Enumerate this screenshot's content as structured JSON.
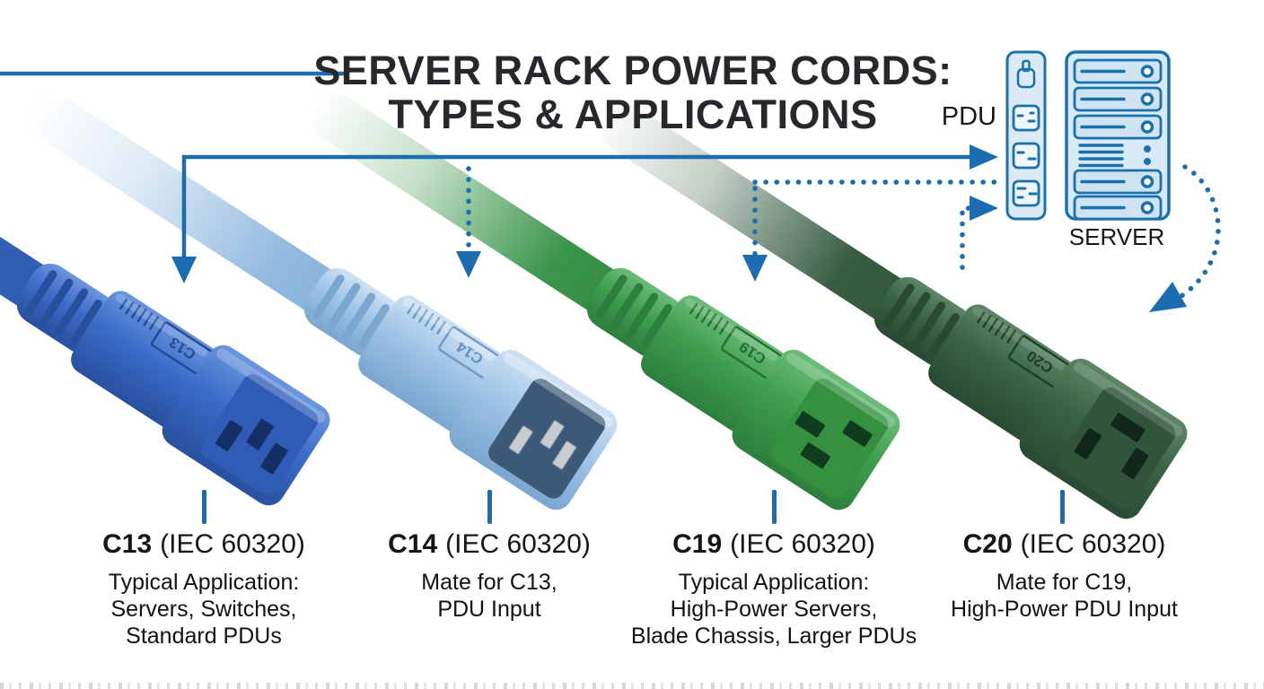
{
  "title": {
    "line1": "SERVER RACK POWER CORDS:",
    "line2": "TYPES & APPLICATIONS"
  },
  "topology": {
    "pdu_label": "PDU",
    "server_label": "SERVER",
    "pdu_icon": "pdu-power-strip-icon",
    "server_icon": "server-rack-icon"
  },
  "colors": {
    "accent_blue": "#1b6cb0",
    "title_text": "#26282b",
    "c13_blue": "#3b6cc9",
    "c14_light_blue": "#9ec4e6",
    "c19_green": "#3f9e4e",
    "c20_dark_green": "#3a6245"
  },
  "connectors": [
    {
      "name": "C13",
      "standard": "(IEC 60320)",
      "molded_label": "C13",
      "description": [
        "Typical Application:",
        "Servers, Switches,",
        "Standard PDUs"
      ]
    },
    {
      "name": "C14",
      "standard": "(IEC 60320)",
      "molded_label": "C14",
      "description": [
        "Mate for C13,",
        "PDU Input"
      ]
    },
    {
      "name": "C19",
      "standard": "(IEC 60320)",
      "molded_label": "C19",
      "description": [
        "Typical Application:",
        "High-Power Servers,",
        "Blade Chassis, Larger PDUs"
      ]
    },
    {
      "name": "C20",
      "standard": "(IEC 60320)",
      "molded_label": "C20",
      "description": [
        "Mate for C19,",
        "High-Power PDU Input"
      ]
    }
  ]
}
